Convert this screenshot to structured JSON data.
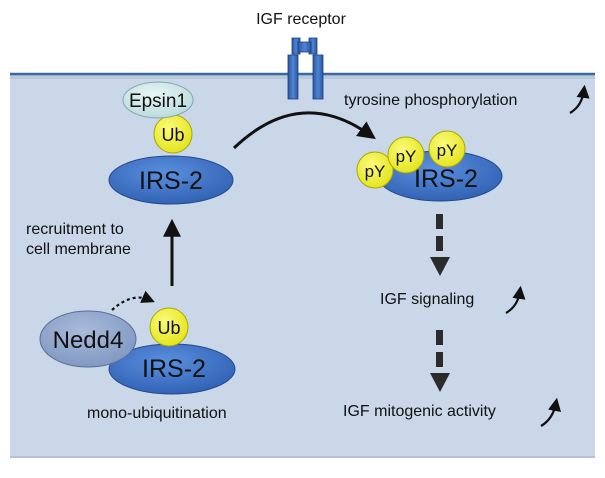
{
  "labels": {
    "igf_receptor": "IGF receptor",
    "tyrosine_phosphorylation": "tyrosine phosphorylation",
    "recruitment_line1": "recruitment to",
    "recruitment_line2": "cell membrane",
    "igf_signaling": "IGF signaling",
    "igf_mitogenic": "IGF mitogenic activity",
    "mono_ubiquitination": "mono-ubiquitination"
  },
  "molecules": {
    "epsin1": "Epsin1",
    "ub_top": "Ub",
    "irs2_top": "IRS-2",
    "irs2_right": "IRS-2",
    "py_left": "pY",
    "py_mid": "pY",
    "py_right": "pY",
    "nedd4": "Nedd4",
    "ub_bottom": "Ub",
    "irs2_bottom": "IRS-2"
  },
  "colors": {
    "cell_fill": "#c9d7e8",
    "membrane": "#3a6a99",
    "irs2_fill": "#3a6fc0",
    "epsin_fill": "#cfe6e6",
    "nedd4_fill": "#8ea4c9",
    "ub_fill": "#ecec1e",
    "receptor_fill": "#2f5fb3"
  }
}
